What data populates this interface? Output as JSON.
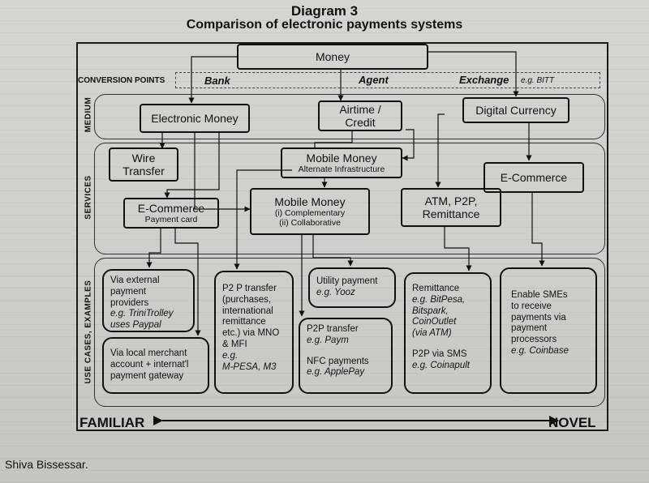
{
  "title": "Diagram 3",
  "subtitle": "Comparison of electronic payments systems",
  "rows": {
    "conversion": "CONVERSION POINTS",
    "medium": "MEDIUM",
    "services": "SERVICES",
    "use_cases": "USE CASES, EXAMPLES"
  },
  "conversion_points": {
    "bank": "Bank",
    "agent": "Agent",
    "exchange": "Exchange",
    "exchange_example": "e.g. BITT"
  },
  "nodes": {
    "money": "Money",
    "electronic_money": "Electronic Money",
    "airtime": [
      "Airtime /",
      "Credit"
    ],
    "digital_currency": "Digital Currency",
    "wire_transfer": [
      "Wire",
      "Transfer"
    ],
    "mobile_money_alt": {
      "title": "Mobile Money",
      "sub": "Alternate Infrastructure"
    },
    "ecommerce_card": {
      "title": "E-Commerce",
      "sub": "Payment card"
    },
    "mobile_money_types": {
      "title": "Mobile Money",
      "sub1": "(i) Complementary",
      "sub2": "(ii) Collaborative"
    },
    "atm_p2p": [
      "ATM, P2P,",
      "Remittance"
    ],
    "ecommerce_novel": "E-Commerce"
  },
  "use_cases": {
    "external": [
      "Via external",
      "payment",
      "providers"
    ],
    "external_example": [
      "e.g. TriniTrolley",
      "uses Paypal"
    ],
    "local": [
      "Via local merchant",
      "account + internat'l",
      "payment gateway"
    ],
    "p2p_mno": [
      "P2 P transfer",
      "(purchases,",
      "international",
      "remittance",
      "etc.) via MNO",
      "& MFI",
      "e.g."
    ],
    "p2p_mno_example": "M-PESA, M3",
    "utility": "Utility payment",
    "utility_example": "e.g. Yooz",
    "p2p_transfer": "P2P transfer",
    "p2p_transfer_example": "e.g. Paym",
    "nfc": "NFC payments",
    "nfc_example": "e.g. ApplePay",
    "remittance": "Remittance",
    "remittance_example": [
      "e.g. BitPesa,",
      "Bitspark,",
      "CoinOutlet",
      "(via ATM)"
    ],
    "p2p_sms": "P2P via SMS",
    "p2p_sms_example": "e.g. Coinapult",
    "smes": [
      "Enable SMEs",
      "to receive",
      "payments via",
      "payment",
      "processors"
    ],
    "smes_example": "e.g. Coinbase"
  },
  "axis": {
    "left": "FAMILIAR",
    "right": "NOVEL"
  },
  "author": "Shiva Bissessar."
}
